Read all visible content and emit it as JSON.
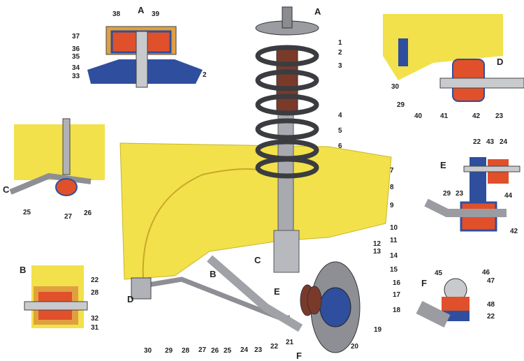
{
  "title": "Front suspension assembly",
  "main": {
    "letters": [
      "A",
      "B",
      "C",
      "D",
      "E",
      "F"
    ],
    "numbers": [
      "1",
      "2",
      "3",
      "4",
      "5",
      "6",
      "7",
      "8",
      "9",
      "10",
      "11",
      "12",
      "13",
      "14",
      "15",
      "16",
      "17",
      "18",
      "19",
      "20",
      "21",
      "22",
      "23",
      "24",
      "25",
      "26",
      "27",
      "28",
      "29",
      "30"
    ]
  },
  "inset_a": {
    "letter": "A",
    "numbers": [
      "38",
      "39",
      "37",
      "36",
      "35",
      "34",
      "33",
      "2"
    ]
  },
  "inset_c": {
    "letter": "C",
    "numbers": [
      "25",
      "27",
      "26"
    ]
  },
  "inset_b": {
    "letter": "B",
    "numbers": [
      "22",
      "28",
      "32",
      "31"
    ]
  },
  "inset_d": {
    "letter": "D",
    "numbers": [
      "30",
      "29",
      "40",
      "41",
      "42",
      "23"
    ]
  },
  "inset_e": {
    "letter": "E",
    "numbers": [
      "22",
      "43",
      "24",
      "29",
      "23",
      "44",
      "42"
    ]
  },
  "inset_f": {
    "letter": "F",
    "numbers": [
      "45",
      "46",
      "47",
      "48",
      "22"
    ]
  },
  "colors": {
    "body_panel": "#f2e14a",
    "rubber": "#e0502a",
    "steel_blue": "#2f4f9e",
    "metal": "#9a9ca2"
  }
}
